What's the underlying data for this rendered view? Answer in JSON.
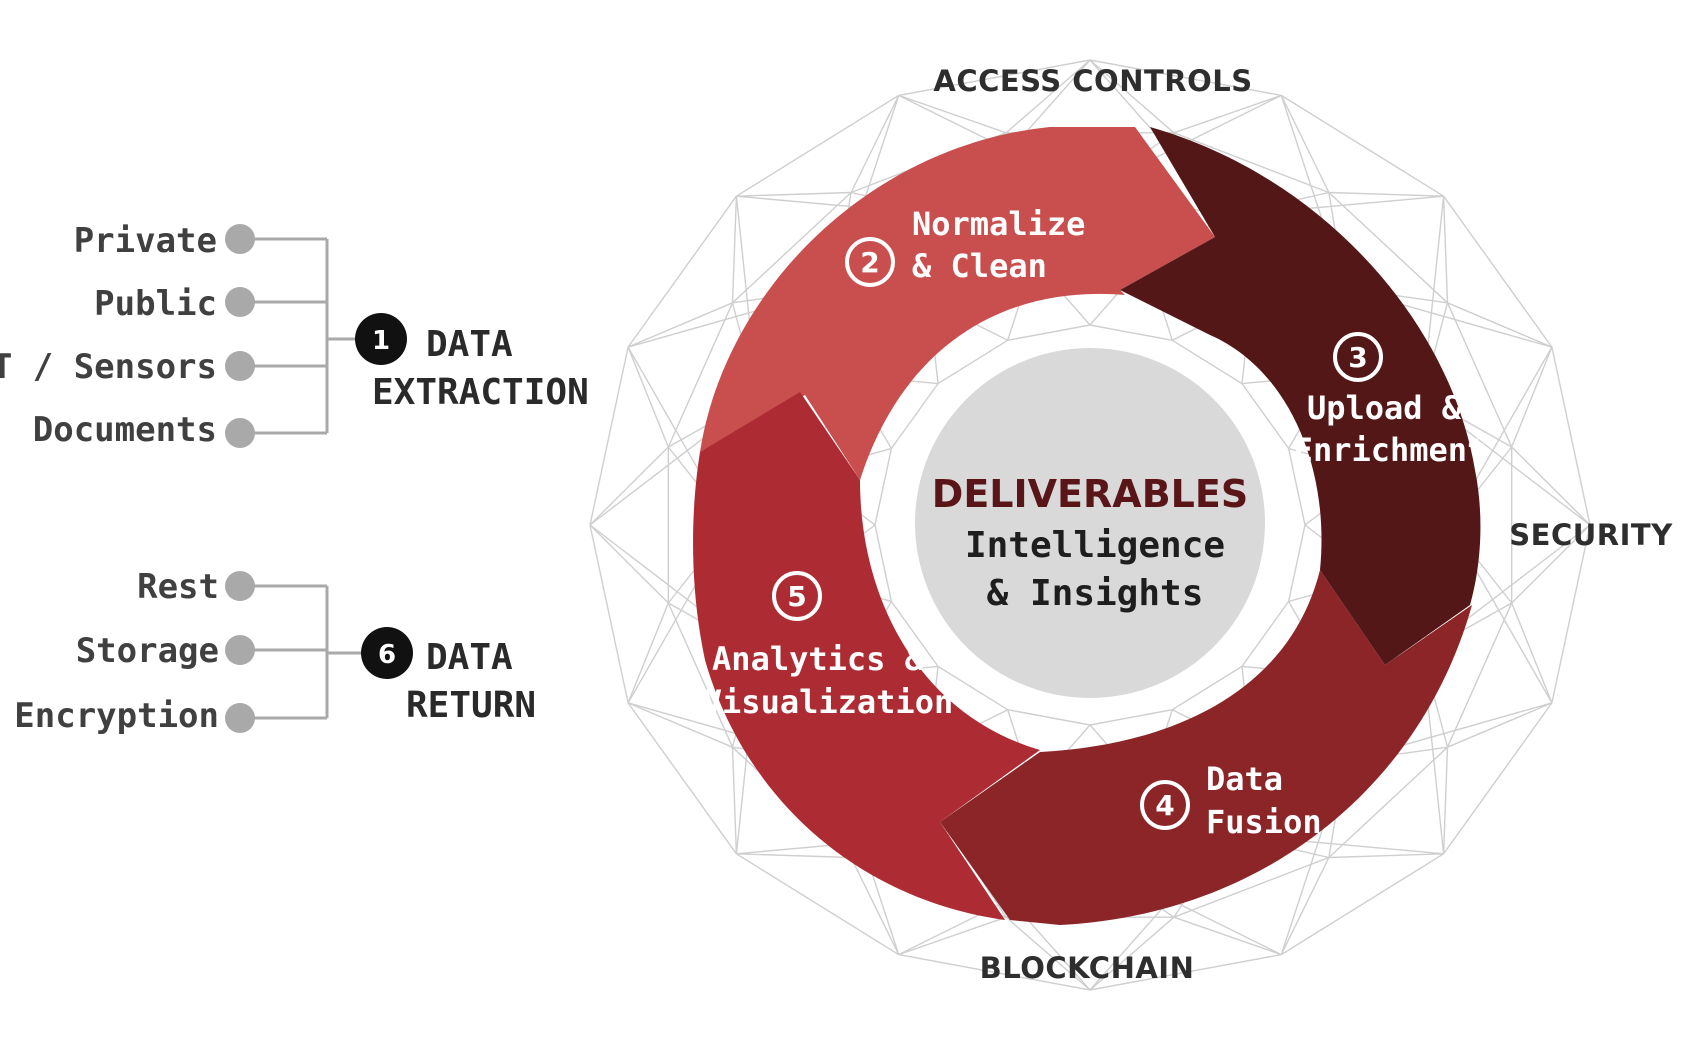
{
  "categories": {
    "top": "ACCESS CONTROLS",
    "right": "SECURITY",
    "bottom": "BLOCKCHAIN"
  },
  "center": {
    "title": "DELIVERABLES",
    "line1": "Intelligence",
    "line2": "& Insights"
  },
  "steps": [
    {
      "num": "2",
      "line1": "Normalize",
      "line2": "& Clean",
      "color": "#c94f4f"
    },
    {
      "num": "3",
      "line1": "Upload &",
      "line2": "Enrichment",
      "color": "#541717"
    },
    {
      "num": "4",
      "line1": "Data",
      "line2": "Fusion",
      "color": "#8b2528"
    },
    {
      "num": "5",
      "line1": "Analytics &",
      "line2": "Visualization",
      "color": "#ad2c34"
    }
  ],
  "extraction": {
    "num": "1",
    "line1": "DATA",
    "line2": "EXTRACTION",
    "sources": [
      "Private",
      "Public",
      "IOT / Sensors",
      "Documents"
    ]
  },
  "return": {
    "num": "6",
    "line1": "DATA",
    "line2": "RETURN",
    "targets": [
      "Rest",
      "Storage",
      "Encryption"
    ]
  },
  "colors": {
    "center_circle": "#d9d9d9",
    "mesh": "#cfcfcf",
    "connector": "#a9a9a9",
    "badge": "#111111"
  }
}
